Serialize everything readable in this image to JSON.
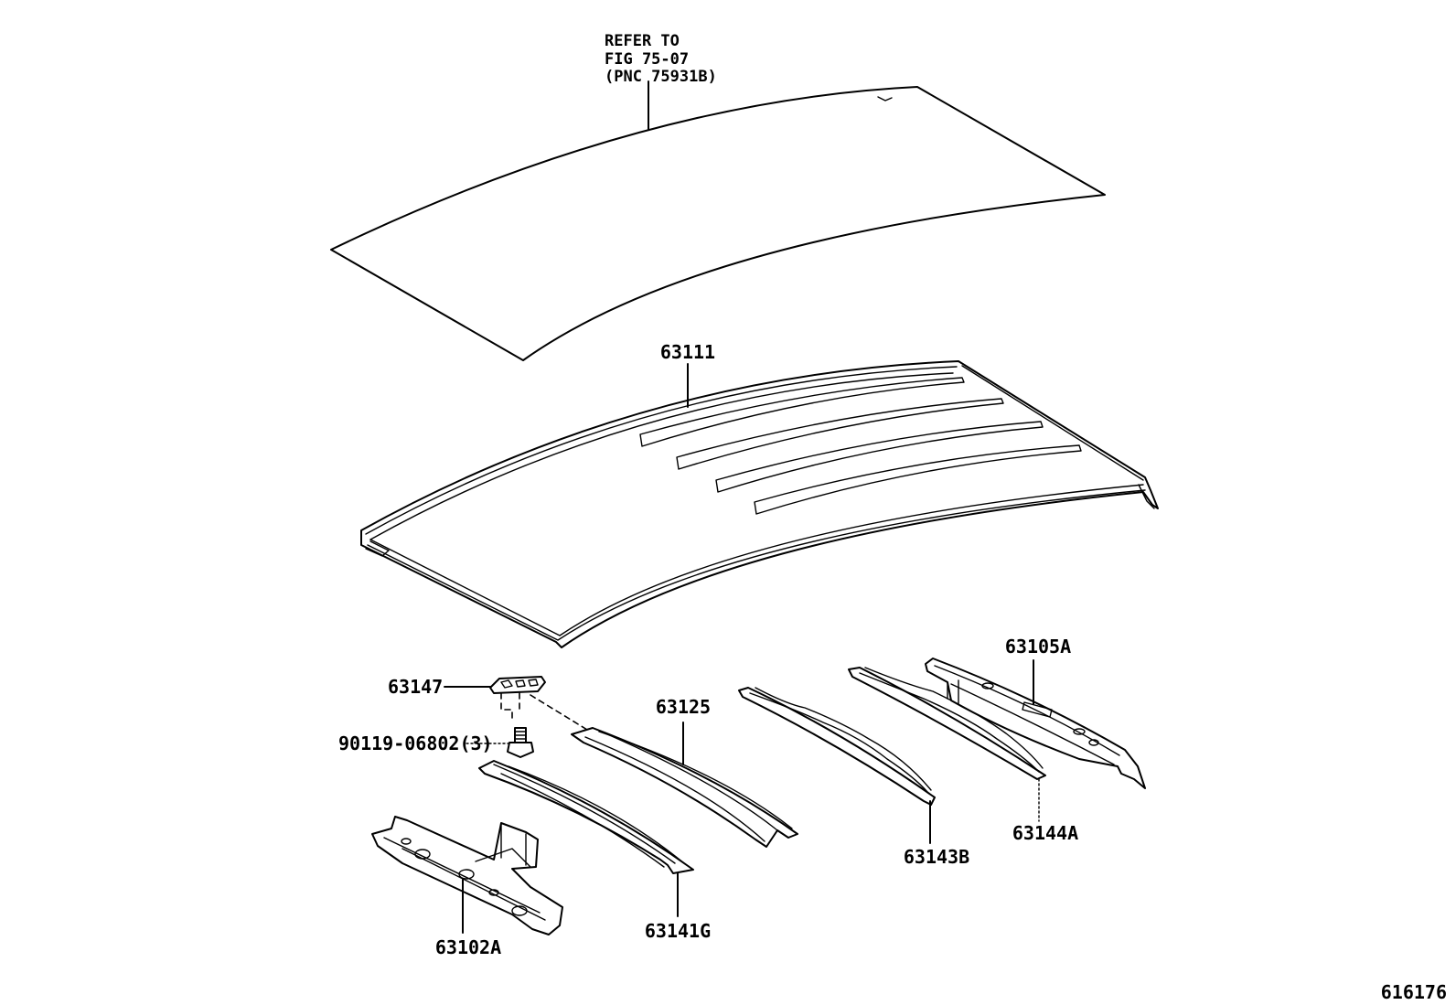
{
  "reference_note": {
    "line1": "REFER TO",
    "line2": "FIG 75-07",
    "line3": "(PNC 75931B)"
  },
  "labels": {
    "roof_panel": "63111",
    "bracket": "63147",
    "bolt": "90119-06802(3)",
    "front_rail": "63102A",
    "reinforcement_1": "63141G",
    "bow_63125": "63125",
    "bow_63143B": "63143B",
    "bow_63144A": "63144A",
    "rear_rail": "63105A"
  },
  "figure_number": "616176"
}
